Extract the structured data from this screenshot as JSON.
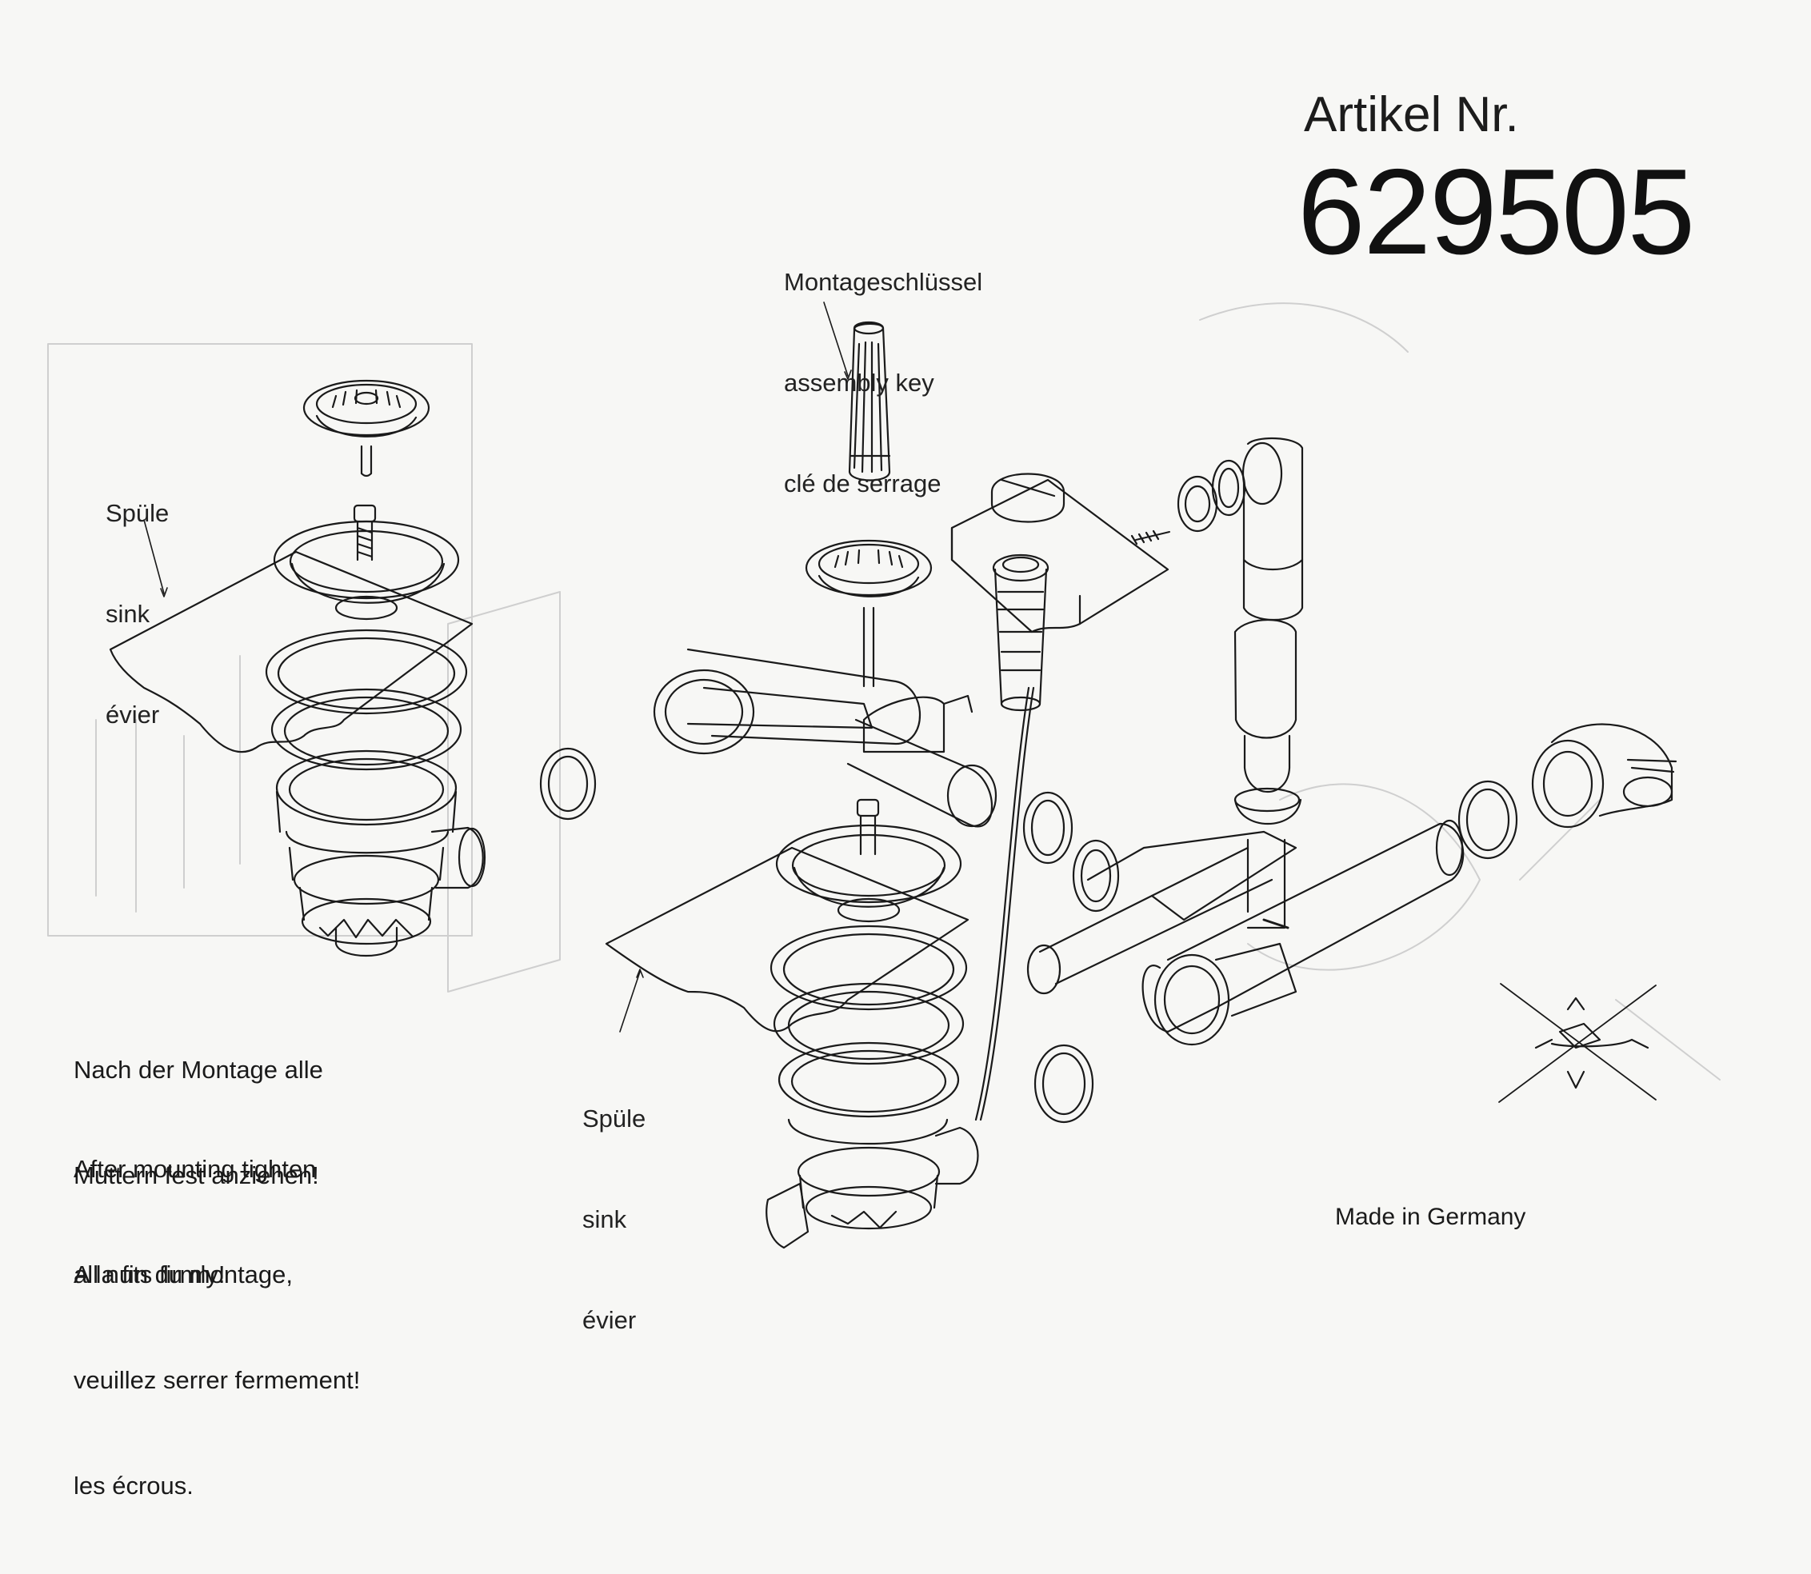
{
  "header": {
    "article_label": "Artikel Nr.",
    "article_number": "629505"
  },
  "assembly_key_label": {
    "line1": "Montageschlüssel",
    "line2": "assembly key",
    "line3": "clé de serrage"
  },
  "sink_label_left": {
    "line1": "Spüle",
    "line2": "sink",
    "line3": "évier"
  },
  "sink_label_center": {
    "line1": "Spüle",
    "line2": "sink",
    "line3": "évier"
  },
  "instructions": {
    "de_line1": "Nach der Montage alle",
    "de_line2": "Muttern fest anziehen!",
    "en_line1": "After mounting tighten",
    "en_line2": "all nuts firmly!",
    "fr_line1": "A la fin du montage,",
    "fr_line2": "veuillez serrer fermement!",
    "fr_line3": "les écrous."
  },
  "footer": {
    "made_in": "Made in Germany"
  },
  "colors": {
    "ink": "#1a1a1a",
    "paper": "#f7f7f5",
    "ghost": "#c9c9c9"
  }
}
